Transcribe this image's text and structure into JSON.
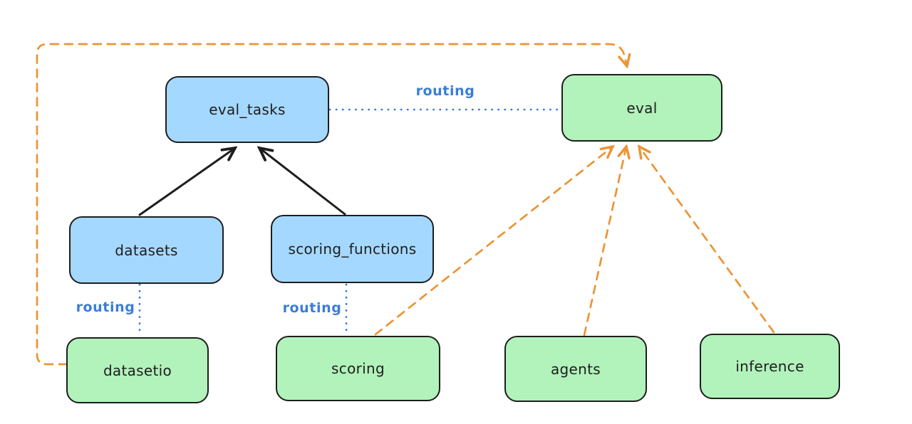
{
  "nodes": {
    "eval_tasks": {
      "label": "eval_tasks",
      "color": "blue"
    },
    "eval": {
      "label": "eval",
      "color": "green"
    },
    "datasets": {
      "label": "datasets",
      "color": "blue"
    },
    "scoring_functions": {
      "label": "scoring_functions",
      "color": "blue"
    },
    "datasetio": {
      "label": "datasetio",
      "color": "green"
    },
    "scoring": {
      "label": "scoring",
      "color": "green"
    },
    "agents": {
      "label": "agents",
      "color": "green"
    },
    "inference": {
      "label": "inference",
      "color": "green"
    }
  },
  "edge_labels": {
    "eval_tasks_to_eval": "routing",
    "datasets_to_datasetio": "routing",
    "scoring_functions_to_scoring": "routing"
  },
  "connections": [
    {
      "from": "datasets",
      "to": "eval_tasks",
      "style": "solid-black-arrow"
    },
    {
      "from": "scoring_functions",
      "to": "eval_tasks",
      "style": "solid-black-arrow"
    },
    {
      "from": "eval_tasks",
      "to": "eval",
      "style": "dotted-blue",
      "label": "routing"
    },
    {
      "from": "datasets",
      "to": "datasetio",
      "style": "dotted-blue",
      "label": "routing"
    },
    {
      "from": "scoring_functions",
      "to": "scoring",
      "style": "dotted-blue",
      "label": "routing"
    },
    {
      "from": "datasetio",
      "to": "eval",
      "style": "dashed-orange-arrow"
    },
    {
      "from": "scoring",
      "to": "eval",
      "style": "dashed-orange-arrow"
    },
    {
      "from": "agents",
      "to": "eval",
      "style": "dashed-orange-arrow"
    },
    {
      "from": "inference",
      "to": "eval",
      "style": "dashed-orange-arrow"
    }
  ],
  "colors": {
    "node_blue_fill": "#a5d8ff",
    "node_green_fill": "#b2f2bb",
    "node_stroke": "#1e1e1e",
    "black_arrow": "#1e1e1e",
    "blue_routing": "#3b7dd8",
    "orange_dashed": "#ec9434",
    "background": "#ffffff"
  }
}
